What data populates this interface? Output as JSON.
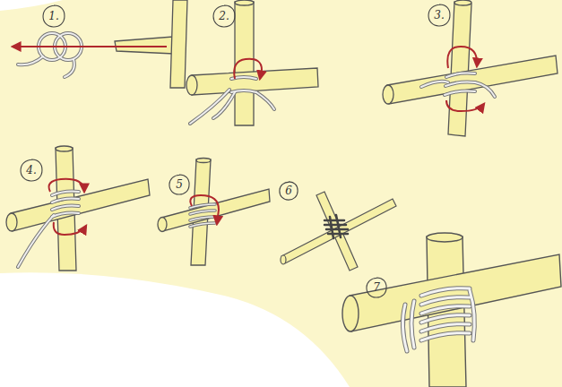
{
  "diagram": {
    "nodes": [
      {
        "text": [
          "1."
        ]
      },
      {
        "text": [
          "2."
        ]
      },
      {
        "text": [
          "3."
        ]
      },
      {
        "text": [
          "4."
        ]
      },
      {
        "text": [
          "5"
        ]
      },
      {
        "text": [
          "6"
        ]
      },
      {
        "text": [
          "7"
        ]
      }
    ]
  }
}
